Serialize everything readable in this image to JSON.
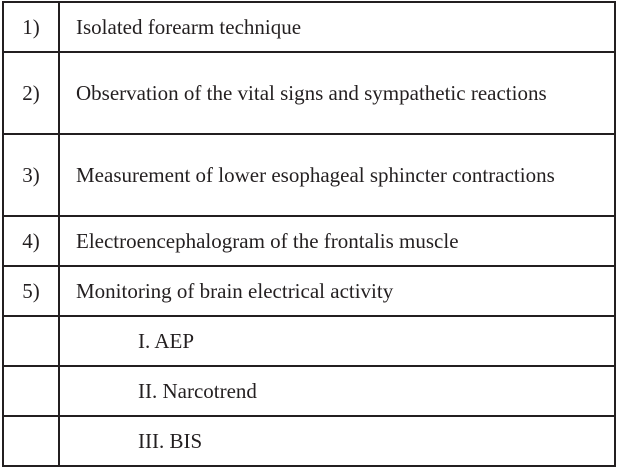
{
  "rows": [
    {
      "num": "1)",
      "text": "Isolated forearm technique"
    },
    {
      "num": "2)",
      "text": "Observation of the vital signs and sympathetic reactions"
    },
    {
      "num": "3)",
      "text": "Measurement of lower esophageal sphincter contractions"
    },
    {
      "num": "4)",
      "text": "Electroencephalogram of the frontalis muscle"
    },
    {
      "num": "5)",
      "text": "Monitoring of brain electrical activity"
    },
    {
      "num": "",
      "text": "I. AEP"
    },
    {
      "num": "",
      "text": "II. Narcotrend"
    },
    {
      "num": "",
      "text": "III. BIS"
    }
  ]
}
